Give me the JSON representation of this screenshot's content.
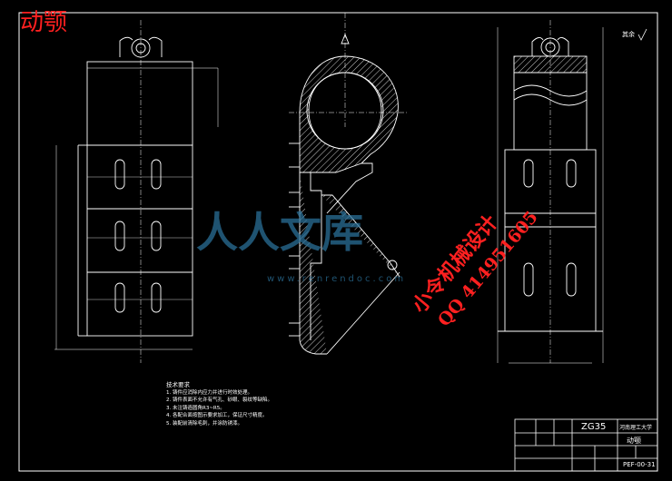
{
  "title": "动颚",
  "watermark": {
    "brand": "人人文库",
    "url": "www.renrendoc.com",
    "designer": "小令机械设计",
    "contact": "QQ 414951605"
  },
  "title_block": {
    "material": "ZG35",
    "part_name": "动颚",
    "drawing_no": "PEF-00-31",
    "unit": "河南理工大学",
    "roughness_note": "其余"
  },
  "tech_notes": {
    "heading": "技术要求",
    "items": [
      "1. 铸件应消除内应力并进行时效处理。",
      "2. 铸件表面不允许有气孔、砂眼、裂纹等缺陷。",
      "3. 未注铸造圆角R3~R5。",
      "4. 各配合面按图示要求加工，保证尺寸精度。",
      "5. 装配前清除毛刺，并涂防锈漆。"
    ]
  },
  "colors": {
    "background": "#000000",
    "lines": "#ffffff",
    "hatch": "#ffffff",
    "watermark_red": "#ff2020",
    "watermark_blue": "#2a6f97"
  }
}
